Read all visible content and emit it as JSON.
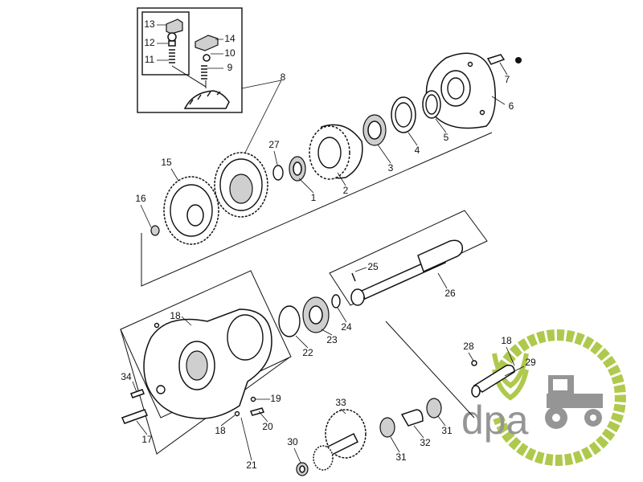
{
  "diagram": {
    "labels": [
      "13",
      "12",
      "11",
      "14",
      "10",
      "9",
      "8",
      "7",
      "6",
      "27",
      "15",
      "1",
      "2",
      "3",
      "4",
      "5",
      "16",
      "25",
      "26",
      "18",
      "24",
      "23",
      "22",
      "34",
      "19",
      "17",
      "20",
      "18",
      "21",
      "28",
      "18",
      "29",
      "30",
      "33",
      "31",
      "32",
      "31"
    ]
  },
  "logo": {
    "text": "dpa",
    "colors": {
      "green": "#a7c43a",
      "gray": "#8a8a8a"
    }
  }
}
